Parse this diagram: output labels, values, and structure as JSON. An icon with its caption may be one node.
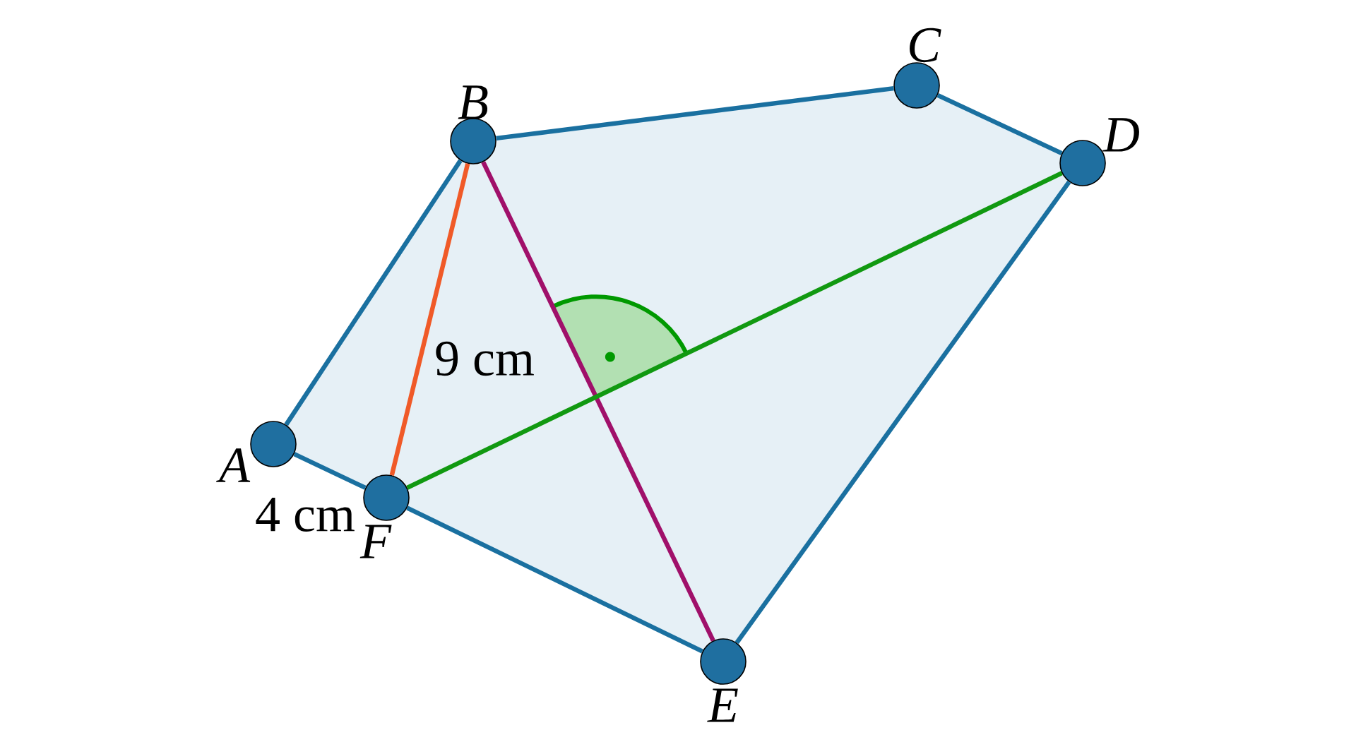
{
  "diagram": {
    "nodes": [
      {
        "text": [],
        "shape": "circle",
        "beside": [
          "A"
        ]
      },
      {
        "text": [],
        "shape": "circle",
        "beside": [
          "B"
        ]
      },
      {
        "text": [],
        "shape": "circle",
        "beside": [
          "C"
        ]
      },
      {
        "text": [],
        "shape": "circle",
        "beside": [
          "D"
        ]
      },
      {
        "text": [],
        "shape": "circle",
        "beside": [
          "E"
        ]
      },
      {
        "text": [],
        "shape": "circle",
        "beside": [
          "F"
        ]
      }
    ],
    "edges": [
      {
        "from": 0,
        "to": 1,
        "arrow": "none"
      },
      {
        "from": 1,
        "to": 2,
        "arrow": "none"
      },
      {
        "from": 2,
        "to": 3,
        "arrow": "none"
      },
      {
        "from": 3,
        "to": 4,
        "arrow": "none"
      },
      {
        "from": 4,
        "to": 5,
        "arrow": "none"
      },
      {
        "from": 5,
        "to": 0,
        "arrow": "none",
        "label": "4 cm"
      },
      {
        "from": 1,
        "to": 5,
        "arrow": "none",
        "color": "#f05a28",
        "label": "9 cm"
      },
      {
        "from": 1,
        "to": 4,
        "arrow": "none",
        "color": "#a0106a"
      },
      {
        "from": 5,
        "to": 3,
        "arrow": "none",
        "color": "#119911"
      }
    ]
  }
}
